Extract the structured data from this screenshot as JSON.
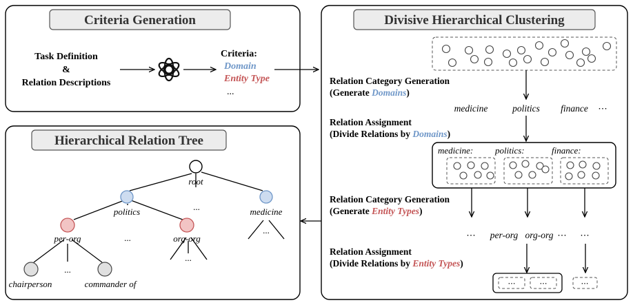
{
  "criteria_panel": {
    "title": "Criteria Generation",
    "input_line1": "Task Definition",
    "input_line2": "&",
    "input_line3": "Relation Descriptions",
    "output_label": "Criteria:",
    "output_domain": "Domain",
    "output_entity_type": "Entity Type",
    "output_more": "..."
  },
  "clustering_panel": {
    "title": "Divisive Hierarchical Clustering",
    "step1_line1": "Relation Category Generation",
    "step1_line2_prefix": "(Generate ",
    "step1_line2_em": "Domains",
    "step1_line2_suffix": ")",
    "domains": [
      "medicine",
      "politics",
      "finance",
      "⋯"
    ],
    "step2_line1": "Relation Assignment",
    "step2_line2_prefix": "(Divide Relations by ",
    "step2_line2_em": "Domains",
    "step2_line2_suffix": ")",
    "group_labels": [
      "medicine:",
      "politics:",
      "finance:"
    ],
    "step3_line1": "Relation Category Generation",
    "step3_line2_prefix": "(Generate ",
    "step3_line2_em": "Entity Types",
    "step3_line2_suffix": ")",
    "entity_types": [
      "⋯",
      "per-org",
      "org-org",
      "⋯",
      "⋯"
    ],
    "step4_line1": "Relation Assignment",
    "step4_line2_prefix": "(Divide Relations by ",
    "step4_line2_em": "Entity Types",
    "step4_line2_suffix": ")",
    "leaf_boxes": [
      "⋯",
      "⋯",
      "⋯"
    ]
  },
  "tree_panel": {
    "title": "Hierarchical Relation Tree",
    "root": "root",
    "politics": "politics",
    "medicine": "medicine",
    "per_org": "per-org",
    "org_org": "org-org",
    "chairperson": "chairperson",
    "commander_of": "commander of",
    "ellipsis": "..."
  },
  "colors": {
    "domain_blue": "#6f97c8",
    "entity_red": "#c45556",
    "blue_node_fill": "#cddcf0",
    "red_node_fill": "#f2c4c4",
    "gray_node_fill": "#e0e0e0",
    "header_fill": "#ececec"
  },
  "icons": {
    "llm": "openai-logo-icon"
  }
}
